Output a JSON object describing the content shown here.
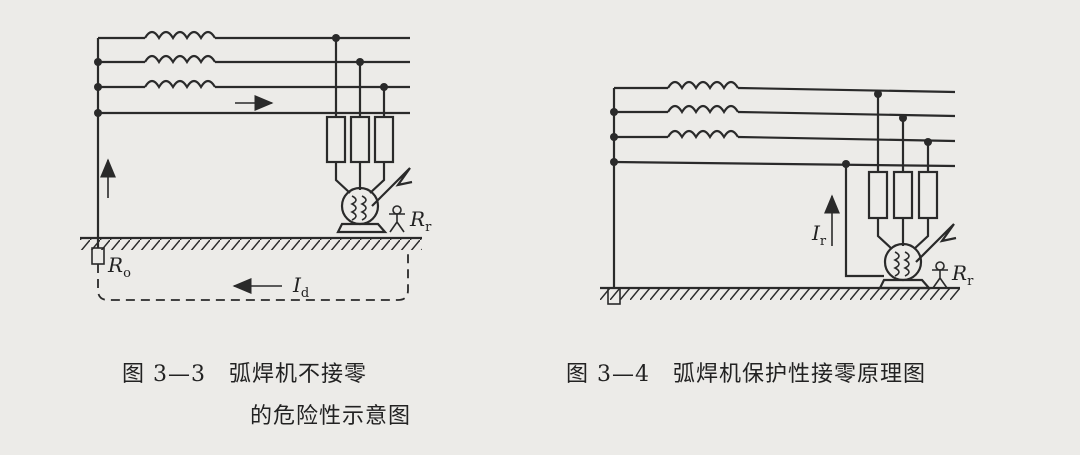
{
  "figure_left": {
    "caption_line1": "图 3—3　弧焊机不接零",
    "caption_line2": "的危险性示意图",
    "label_ro": "R",
    "label_ro_sub": "o",
    "label_rr": "R",
    "label_rr_sub": "r",
    "label_id": "I",
    "label_id_sub": "d"
  },
  "figure_right": {
    "caption": "图 3—4　弧焊机保护性接零原理图",
    "label_ir": "I",
    "label_ir_sub": "r",
    "label_rr": "R",
    "label_rr_sub": "r"
  }
}
